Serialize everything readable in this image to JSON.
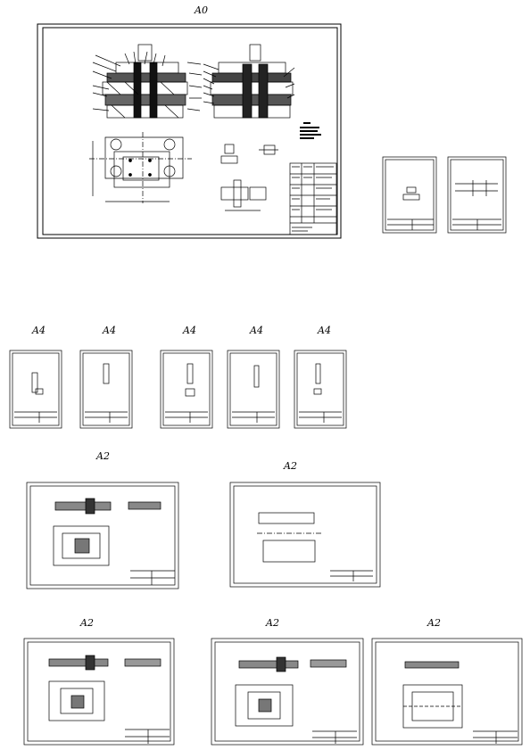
{
  "sheet_labels": {
    "a0": "A0",
    "a4_1": "A4",
    "a4_2": "A4",
    "a4_3": "A4",
    "a4_4": "A4",
    "a4_5": "A4",
    "a2_1": "A2",
    "a2_2": "A2",
    "a2_3": "A2",
    "a2_4": "A2",
    "a2_5": "A2"
  },
  "colors": {
    "line": "#000000",
    "fill": "#000000",
    "paper": "#ffffff"
  }
}
